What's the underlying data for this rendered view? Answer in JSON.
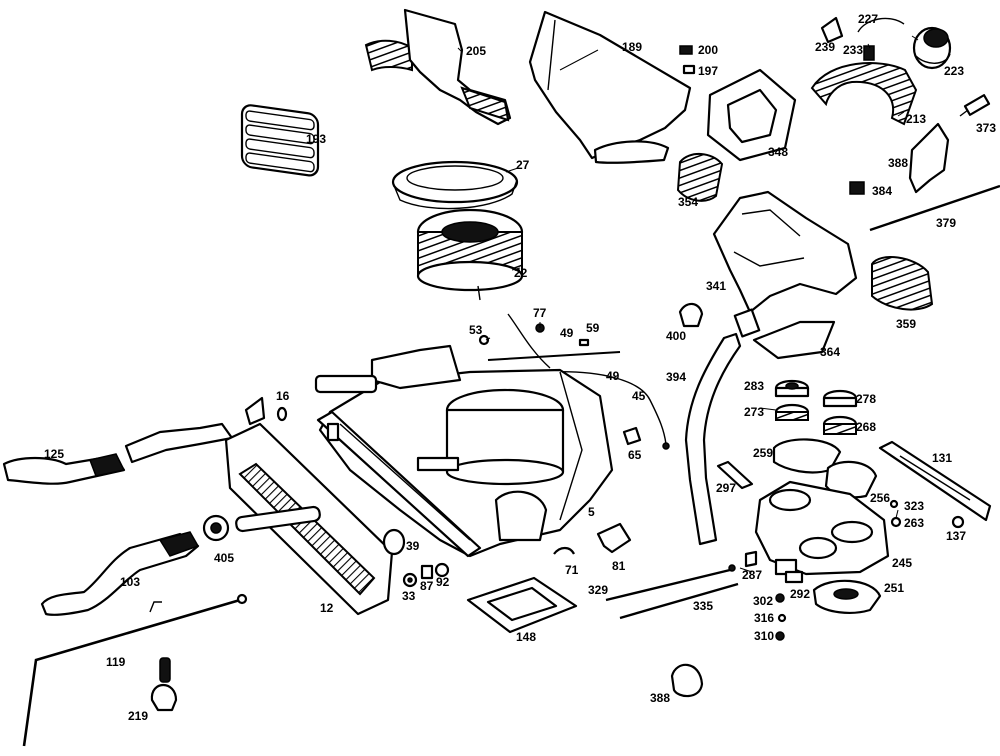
{
  "labels": {
    "l205": "205",
    "l189": "189",
    "l200": "200",
    "l197": "197",
    "l227": "227",
    "l239": "239",
    "l233": "233",
    "l223": "223",
    "l193": "193",
    "l27": "27",
    "l22": "22",
    "l348": "348",
    "l213": "213",
    "l373": "373",
    "l388a": "388",
    "l384": "384",
    "l354": "354",
    "l379": "379",
    "l341": "341",
    "l359": "359",
    "l77": "77",
    "l53": "53",
    "l49a": "49",
    "l59": "59",
    "l49b": "49",
    "l45": "45",
    "l400": "400",
    "l364": "364",
    "l394": "394",
    "l283": "283",
    "l278": "278",
    "l273": "273",
    "l268": "268",
    "l16": "16",
    "l125": "125",
    "l65": "65",
    "l259": "259",
    "l131": "131",
    "l297": "297",
    "l256": "256",
    "l323": "323",
    "l263": "263",
    "l137": "137",
    "l405": "405",
    "l5": "5",
    "l39": "39",
    "l103": "103",
    "l71": "71",
    "l81": "81",
    "l245": "245",
    "l287": "287",
    "l33": "33",
    "l87": "87",
    "l92": "92",
    "l329": "329",
    "l251": "251",
    "l302": "302",
    "l292": "292",
    "l12": "12",
    "l335": "335",
    "l316": "316",
    "l148": "148",
    "l310": "310",
    "l119": "119",
    "l219": "219",
    "l388b": "388"
  }
}
